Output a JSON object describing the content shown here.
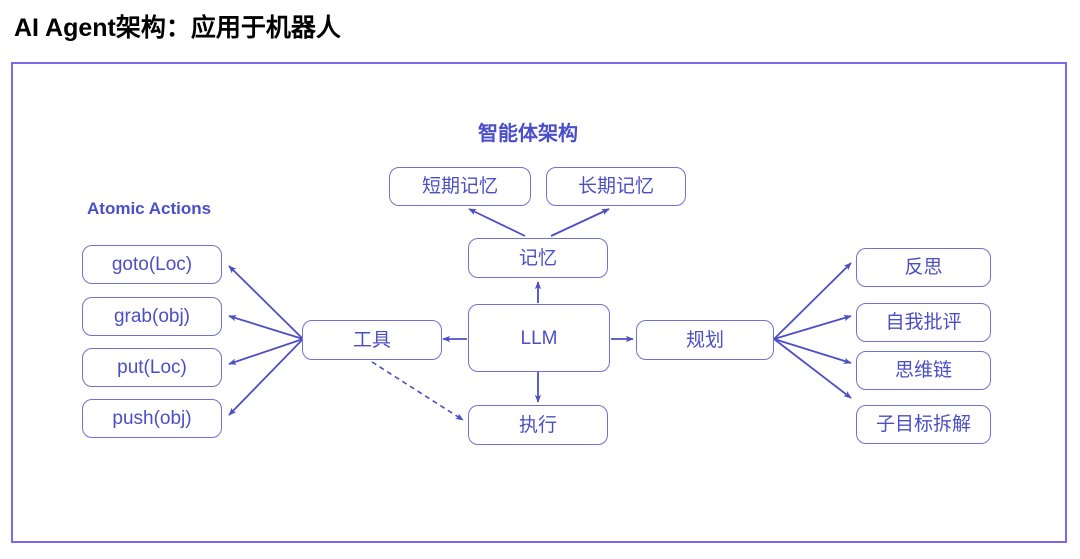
{
  "page": {
    "title": "AI Agent架构：应用于机器人",
    "frame_border_color": "#7b68ee",
    "node_border_color": "#6f72d4",
    "node_text_color": "#4c4fc4",
    "heading_color": "#4b4ecb",
    "arrow_color": "#4c4fc4",
    "background": "#ffffff"
  },
  "diagram": {
    "center_heading": "智能体架构",
    "atomic_heading": "Atomic Actions",
    "core": {
      "llm": "LLM",
      "memory": "记忆",
      "tools": "工具",
      "planning": "规划",
      "execution": "执行"
    },
    "memory_types": [
      {
        "label": "短期记忆"
      },
      {
        "label": "长期记忆"
      }
    ],
    "atomic_actions": [
      {
        "label": "goto(Loc)"
      },
      {
        "label": "grab(obj)"
      },
      {
        "label": "put(Loc)"
      },
      {
        "label": "push(obj)"
      }
    ],
    "planning_strategies": [
      {
        "label": "反思"
      },
      {
        "label": "自我批评"
      },
      {
        "label": "思维链"
      },
      {
        "label": "子目标拆解"
      }
    ],
    "edges": [
      {
        "from": "记忆",
        "to": "短期记忆",
        "style": "solid"
      },
      {
        "from": "记忆",
        "to": "长期记忆",
        "style": "solid"
      },
      {
        "from": "LLM",
        "to": "记忆",
        "style": "solid"
      },
      {
        "from": "LLM",
        "to": "工具",
        "style": "solid"
      },
      {
        "from": "LLM",
        "to": "规划",
        "style": "solid"
      },
      {
        "from": "LLM",
        "to": "执行",
        "style": "solid"
      },
      {
        "from": "工具",
        "to": "goto(Loc)",
        "style": "solid"
      },
      {
        "from": "工具",
        "to": "grab(obj)",
        "style": "solid"
      },
      {
        "from": "工具",
        "to": "put(Loc)",
        "style": "solid"
      },
      {
        "from": "工具",
        "to": "push(obj)",
        "style": "solid"
      },
      {
        "from": "工具",
        "to": "执行",
        "style": "dashed"
      },
      {
        "from": "规划",
        "to": "反思",
        "style": "solid"
      },
      {
        "from": "规划",
        "to": "自我批评",
        "style": "solid"
      },
      {
        "from": "规划",
        "to": "思维链",
        "style": "solid"
      },
      {
        "from": "规划",
        "to": "子目标拆解",
        "style": "solid"
      }
    ]
  }
}
